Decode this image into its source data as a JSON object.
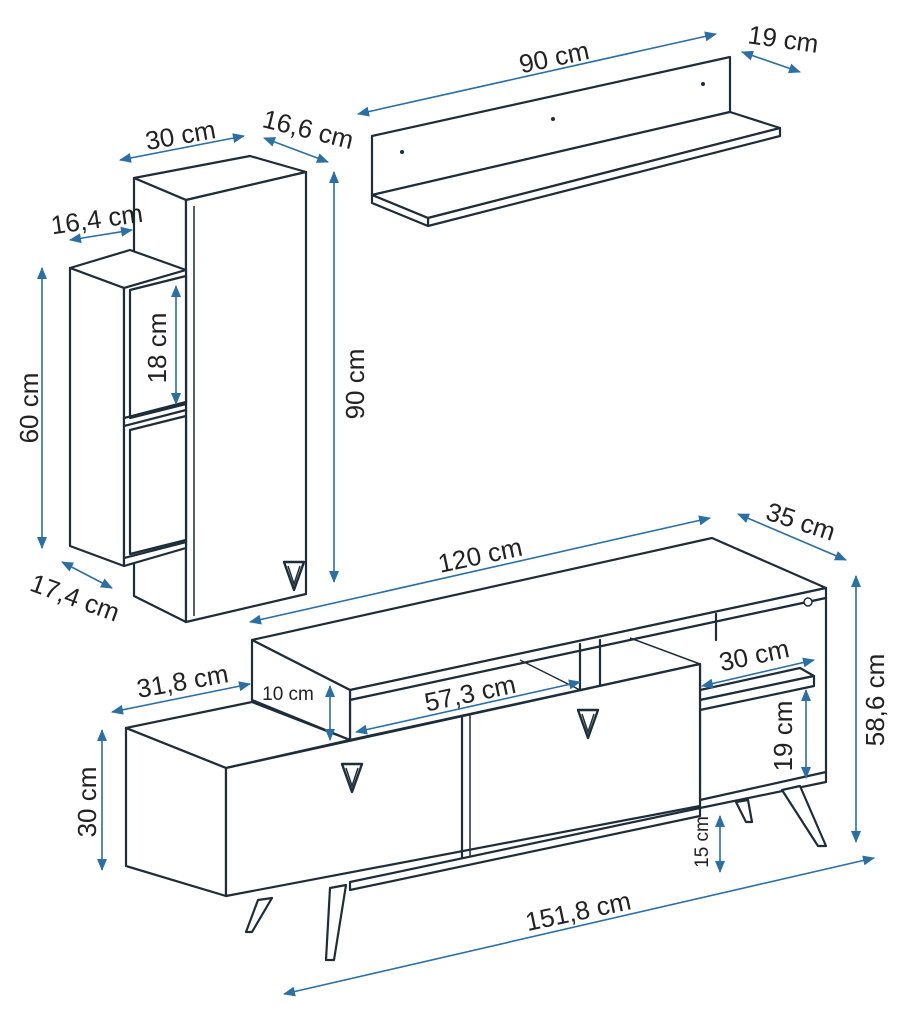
{
  "colors": {
    "outline": "#1e2d3a",
    "dimension_arrow": "#2a6fa6",
    "label_text": "#222222",
    "background": "#ffffff"
  },
  "wall_shelf": {
    "width_label": "90 cm",
    "depth_label": "19 cm"
  },
  "tall_cabinet": {
    "width_label": "30 cm",
    "depth_label": "16,6 cm",
    "height_label": "90 cm"
  },
  "side_shelf": {
    "width_label": "16,4 cm",
    "compartment_label": "18 cm",
    "height_label": "60 cm",
    "depth_label": "17,4 cm"
  },
  "tv_unit": {
    "top_width_label": "120 cm",
    "top_depth_label": "35 cm",
    "total_height_label": "58,6 cm",
    "side_width_label": "31,8 cm",
    "raised_gap_label": "10 cm",
    "inner_width_label": "57,3 cm",
    "right_shelf_label": "30 cm",
    "right_compartment_label": "19 cm",
    "body_height_label": "30 cm",
    "leg_height_label": "15 cm",
    "total_width_label": "151,8 cm"
  },
  "icons": [
    "handle-icon"
  ]
}
